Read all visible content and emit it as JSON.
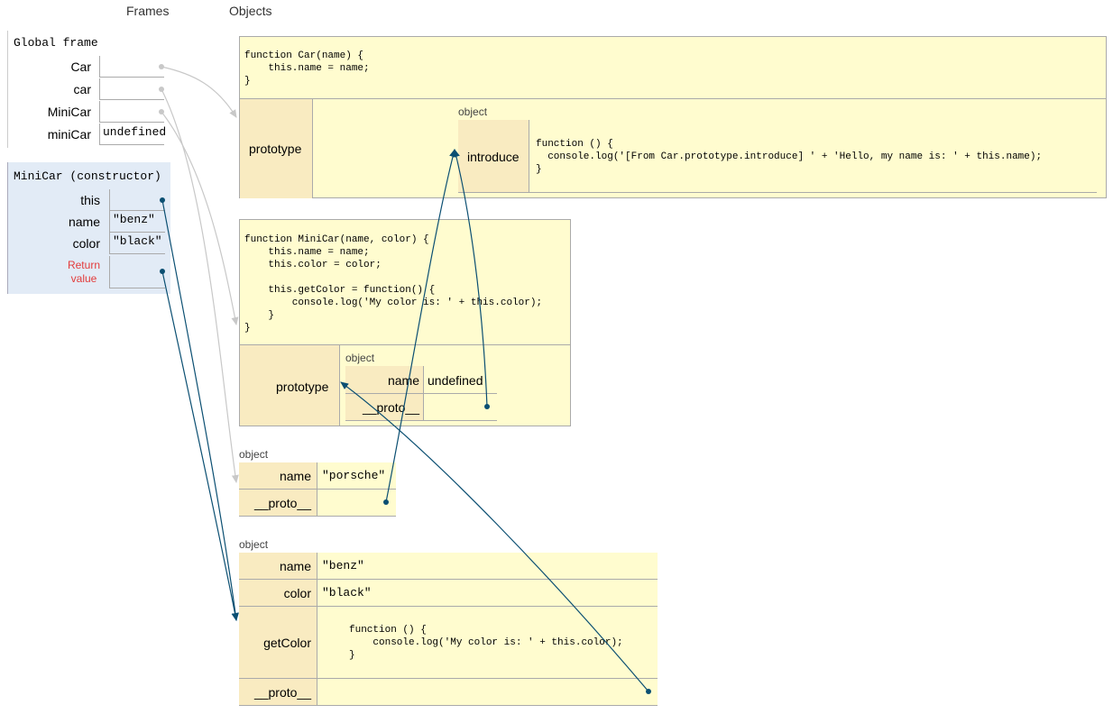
{
  "headers": {
    "frames": "Frames",
    "objects": "Objects"
  },
  "global_frame": {
    "title": "Global frame",
    "vars": [
      {
        "name": "Car",
        "value": ""
      },
      {
        "name": "car",
        "value": ""
      },
      {
        "name": "MiniCar",
        "value": ""
      },
      {
        "name": "miniCar",
        "value": "undefined"
      }
    ]
  },
  "minicar_frame": {
    "title": "MiniCar (constructor)",
    "vars": [
      {
        "name": "this",
        "value": ""
      },
      {
        "name": "name",
        "value": "\"benz\""
      },
      {
        "name": "color",
        "value": "\"black\""
      }
    ],
    "return_label_1": "Return",
    "return_label_2": "value"
  },
  "car_func": {
    "code": "function Car(name) {\n    this.name = name;\n}",
    "prototype_label": "prototype",
    "proto_obj": {
      "label": "object",
      "key": "introduce",
      "code": "function () {\n  console.log('[From Car.prototype.introduce] ' + 'Hello, my name is: ' + this.name);\n}"
    }
  },
  "minicar_func": {
    "code": "function MiniCar(name, color) {\n    this.name = name;\n    this.color = color;\n\n    this.getColor = function() {\n        console.log('My color is: ' + this.color);\n    }\n}",
    "prototype_label": "prototype",
    "proto_obj": {
      "label": "object",
      "name_key": "name",
      "name_val": "undefined",
      "proto_key": "__proto__"
    }
  },
  "porsche_obj": {
    "label": "object",
    "name_key": "name",
    "name_val": "\"porsche\"",
    "proto_key": "__proto__"
  },
  "benz_obj": {
    "label": "object",
    "name_key": "name",
    "name_val": "\"benz\"",
    "color_key": "color",
    "color_val": "\"black\"",
    "getcolor_key": "getColor",
    "getcolor_code": "function () {\n    console.log('My color is: ' + this.color);\n}",
    "proto_key": "__proto__"
  },
  "colors": {
    "pointer": "#0b4f72",
    "faded": "#c8c8c8",
    "return": "#e33b3b"
  }
}
